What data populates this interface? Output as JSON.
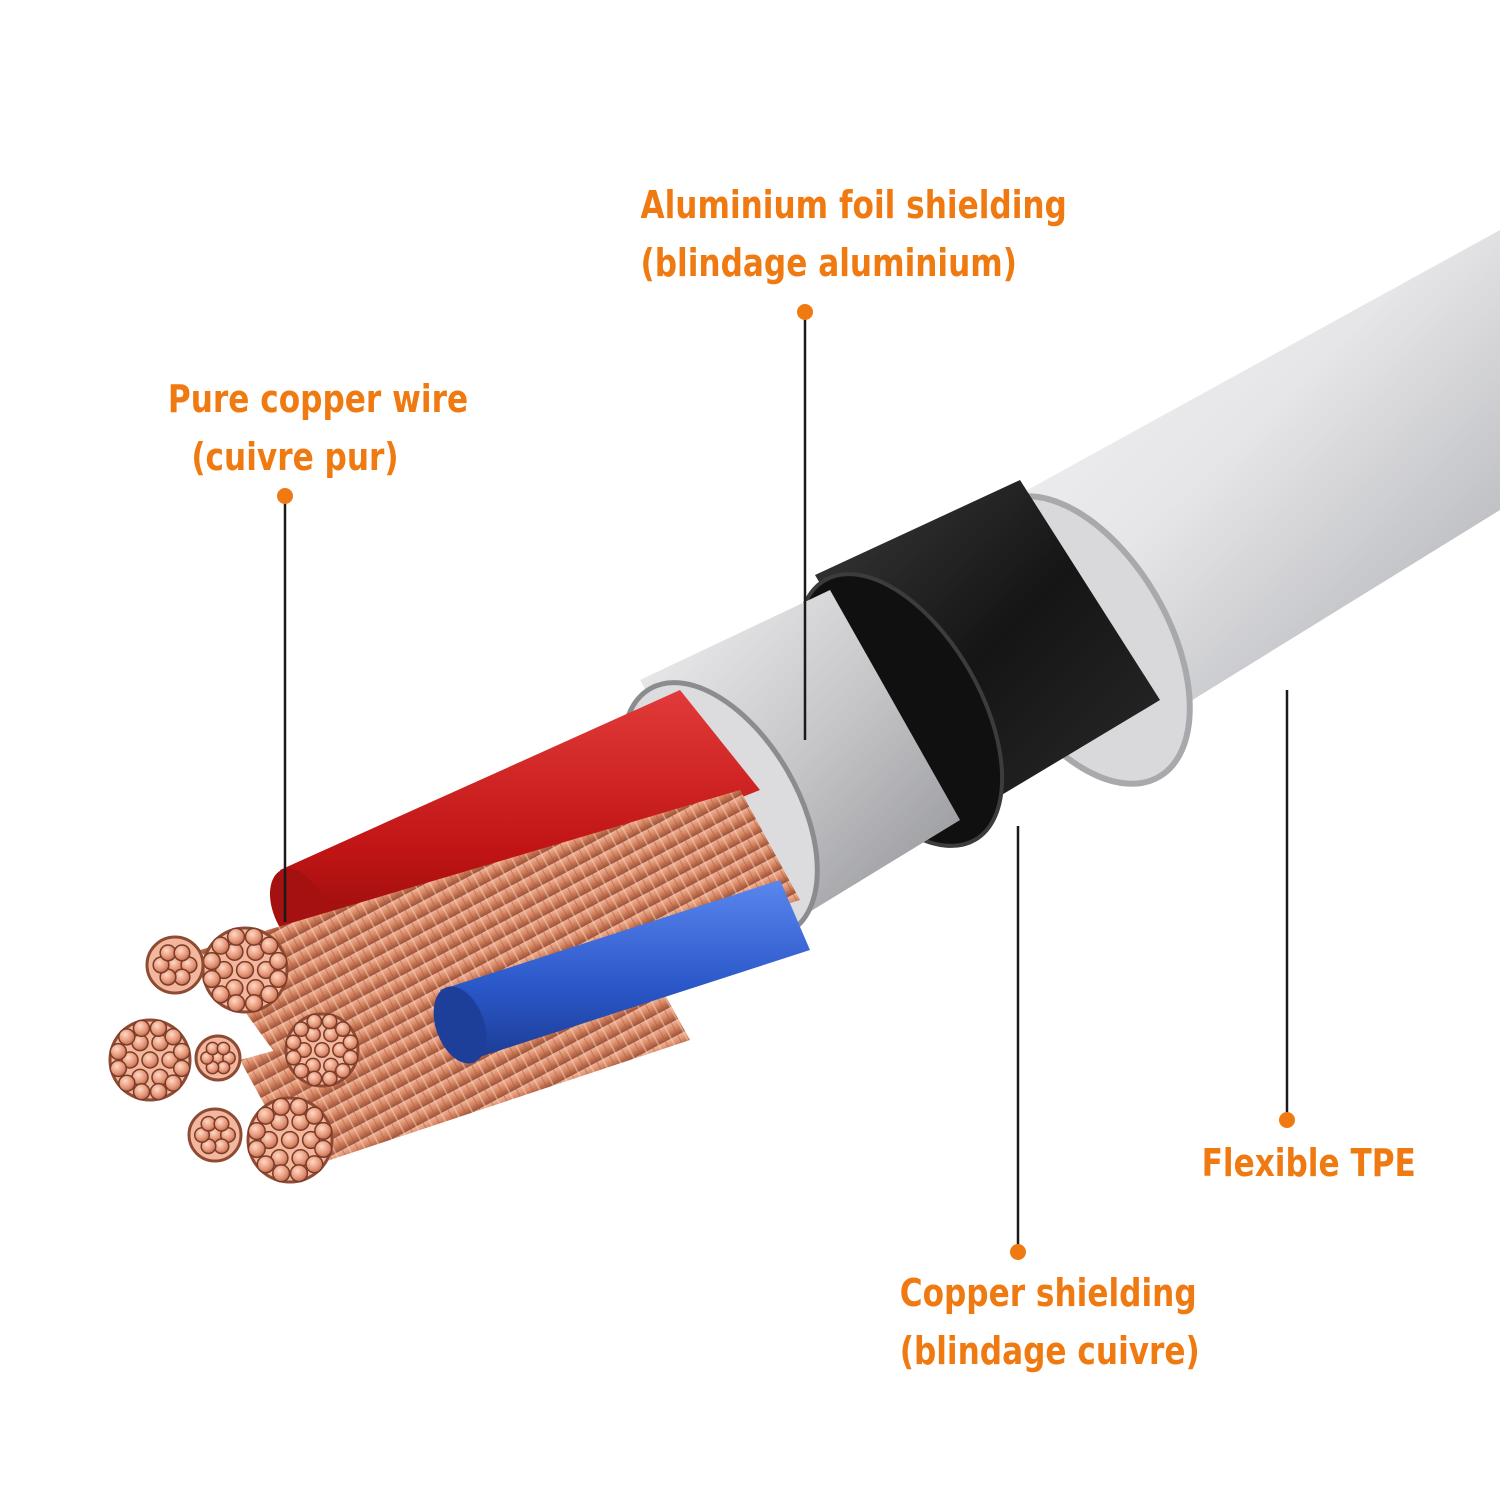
{
  "figure": {
    "accent_color": "#f07a12",
    "leader_color": "#1a1a1a"
  },
  "callouts": {
    "aluminium_foil": {
      "line1": "Aluminium foil shielding",
      "line2": "(blindage aluminium)"
    },
    "copper_wire": {
      "line1": "Pure copper wire",
      "line2": "(cuivre pur)"
    },
    "tpe": {
      "line1": "Flexible TPE"
    },
    "copper_shielding": {
      "line1": "Copper shielding",
      "line2": "(blindage cuivre)"
    }
  },
  "cable": {
    "jacket_color": "#e8e8ea",
    "copper_shield_color": "#1e1e1e",
    "foil_color": "#c9c9cc",
    "red_core_color": "#c41818",
    "blue_core_color": "#2f5fd0",
    "copper_color": "#d98a68"
  }
}
